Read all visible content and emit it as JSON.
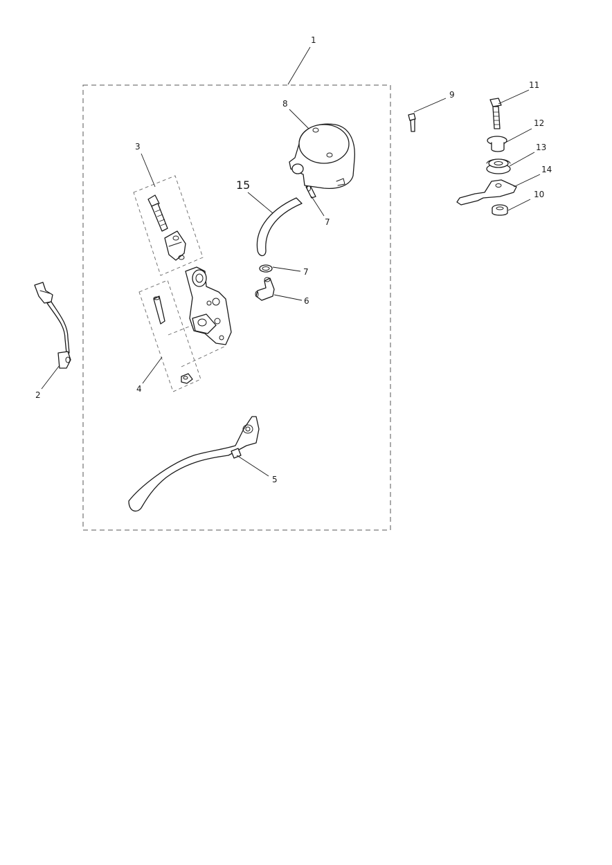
{
  "diagram": {
    "type": "exploded-parts-diagram",
    "callouts": {
      "c1": "1",
      "c2": "2",
      "c3": "3",
      "c4": "4",
      "c5": "5",
      "c6": "6",
      "c7a": "7",
      "c7b": "7",
      "c8": "8",
      "c9": "9",
      "c10": "10",
      "c11": "11",
      "c12": "12",
      "c13": "13",
      "c14": "14",
      "c15": "15"
    }
  }
}
